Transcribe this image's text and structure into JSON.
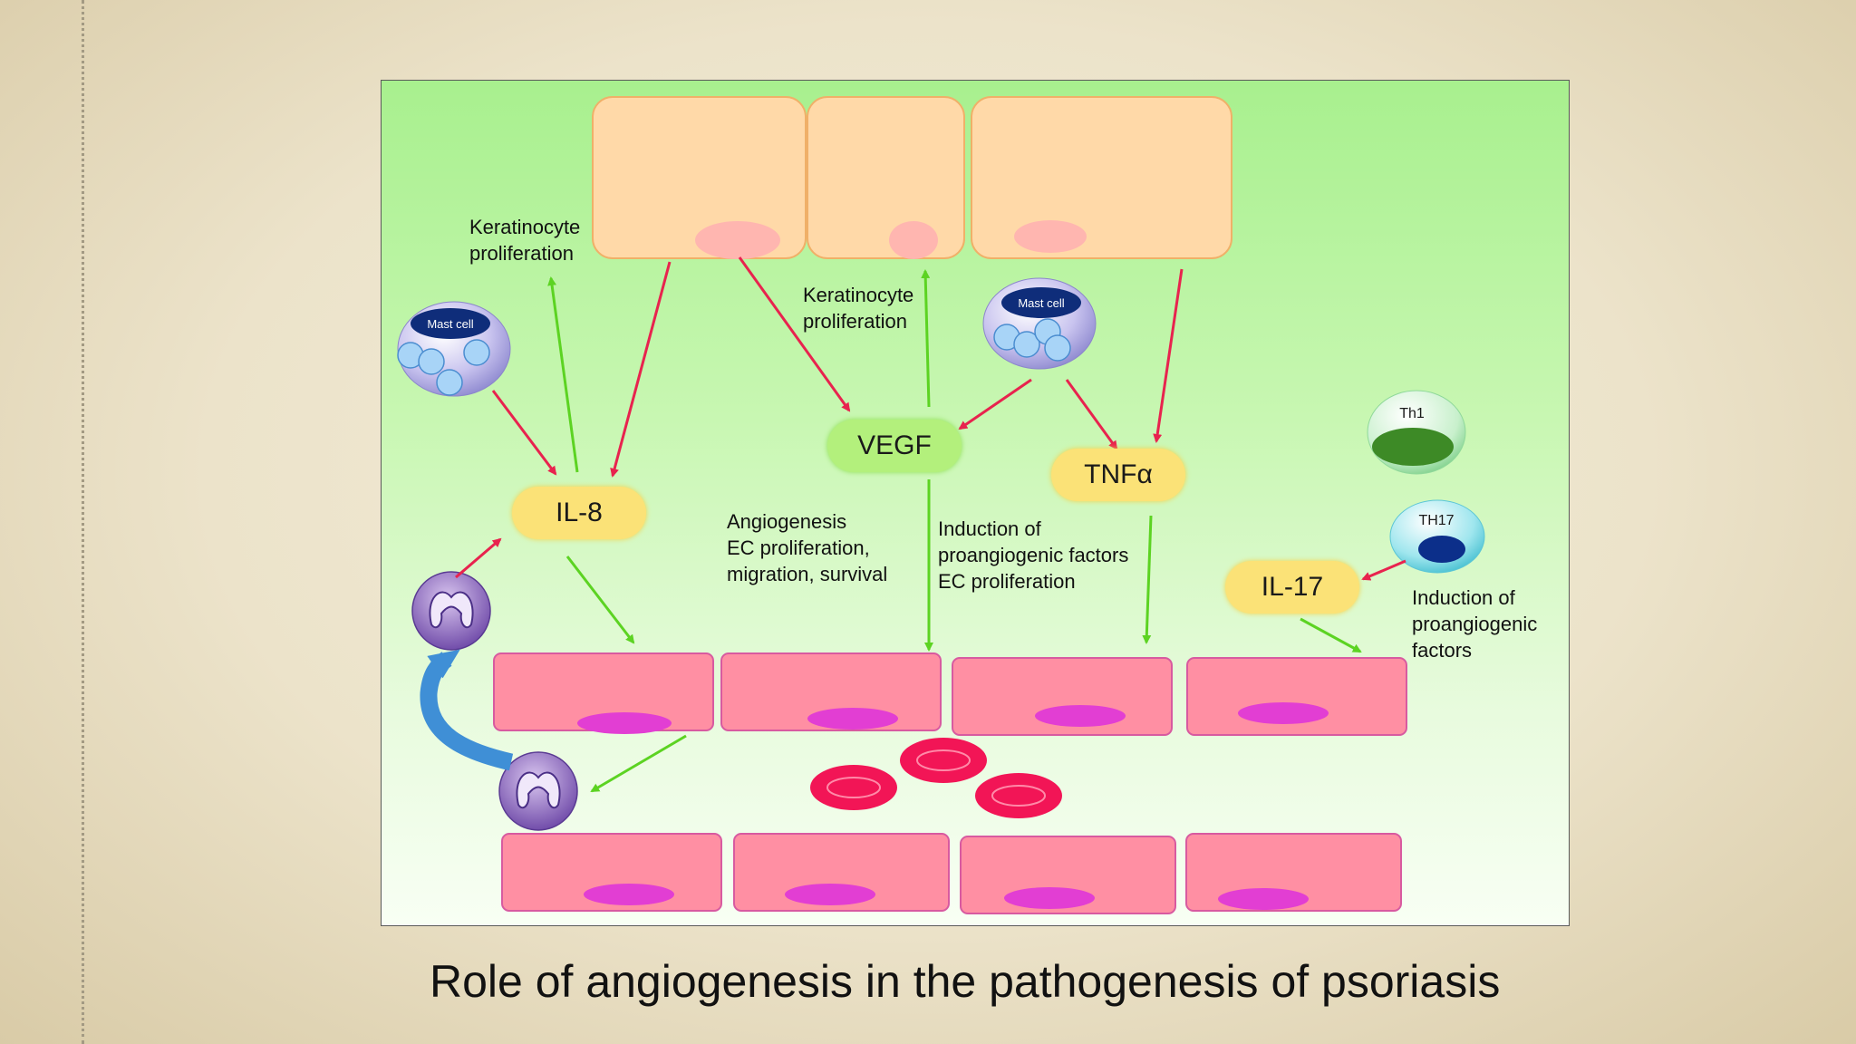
{
  "slide": {
    "caption": "Role of angiogenesis in the pathogenesis of psoriasis"
  },
  "diagram": {
    "labels": {
      "keratinocyte_left": [
        "Keratinocyte",
        "proliferation"
      ],
      "keratinocyte_center": [
        "Keratinocyte",
        "proliferation"
      ],
      "angiogenesis": [
        "Angiogenesis",
        "EC proliferation,",
        "migration, survival"
      ],
      "induction_center": [
        "Induction of",
        "proangiogenic factors",
        "EC proliferation"
      ],
      "induction_right": [
        "Induction of",
        "proangiogenic",
        "factors"
      ]
    },
    "cytokines": {
      "il8": "IL-8",
      "vegf": "VEGF",
      "tnfa": "TNFα",
      "il17": "IL-17"
    },
    "cells": {
      "mast_cell_left": "Mast cell",
      "mast_cell_center": "Mast cell",
      "th1": "Th1",
      "th17": "TH17"
    },
    "colors": {
      "stimulate_arrow": "#e8234e",
      "effect_arrow": "#5cd322",
      "keratinocyte": "#ffd9a8",
      "endothelial": "#ff8fa3",
      "red_blood_cell": "#f21556"
    }
  }
}
